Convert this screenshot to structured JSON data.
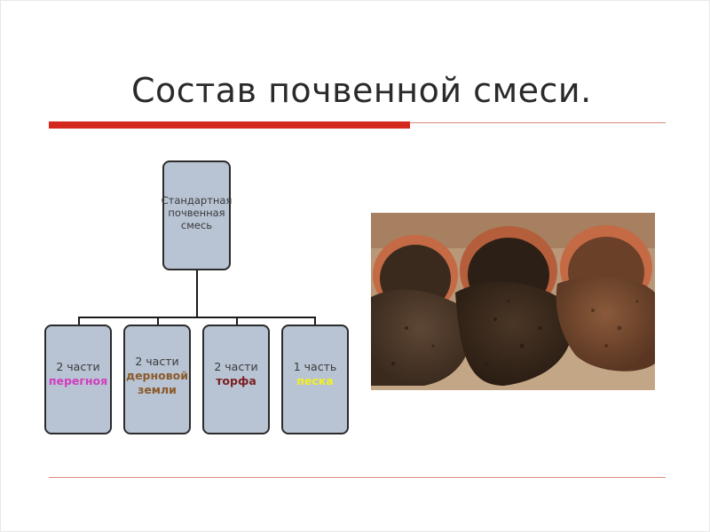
{
  "slide": {
    "title": "Состав почвенной смеси."
  },
  "diagram": {
    "root": {
      "lines": [
        "Стандартная",
        "почвенная",
        "смесь"
      ]
    },
    "children": [
      {
        "parts": "2 части",
        "ingredient_lines": [
          "перегноя"
        ],
        "color": "#d23cbe"
      },
      {
        "parts": "2 части",
        "ingredient_lines": [
          "дерновой",
          "земли"
        ],
        "color": "#8c5a2a"
      },
      {
        "parts": "2 части",
        "ingredient_lines": [
          "торфа"
        ],
        "color": "#7a1f1f"
      },
      {
        "parts": "1 часть",
        "ingredient_lines": [
          "песка"
        ],
        "color": "#f3f020"
      }
    ]
  },
  "colors": {
    "accent_red": "#d42a1e",
    "box_fill": "#b8c3d3"
  }
}
